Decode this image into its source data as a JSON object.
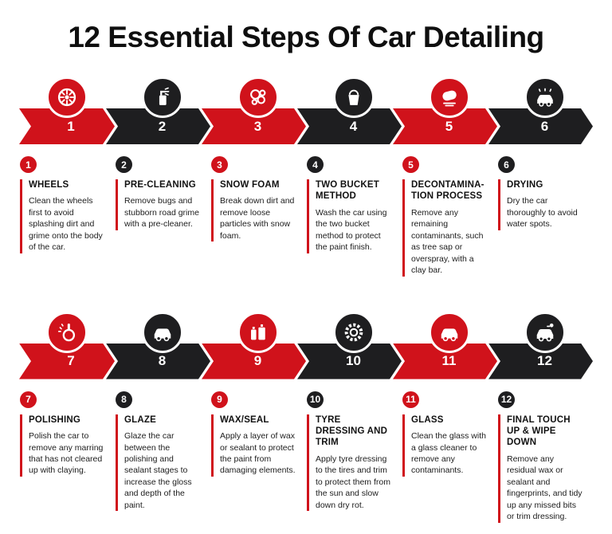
{
  "header": {
    "title": "12 Essential Steps Of Car Detailing"
  },
  "colors": {
    "red": "#d0121b",
    "dark": "#1e1e20"
  },
  "steps": [
    {
      "number": "1",
      "accent": "red",
      "icon": "wheel-icon",
      "title": "WHEELS",
      "description": "Clean the wheels first to avoid splashing dirt and grime onto the body of the car."
    },
    {
      "number": "2",
      "accent": "dark",
      "icon": "spray-bottle-icon",
      "title": "PRE-CLEANING",
      "description": "Remove bugs and stubborn road grime with a pre-cleaner."
    },
    {
      "number": "3",
      "accent": "red",
      "icon": "foam-bubbles-icon",
      "title": "SNOW FOAM",
      "description": "Break down dirt and remove loose particles with snow foam."
    },
    {
      "number": "4",
      "accent": "dark",
      "icon": "bucket-icon",
      "title": "TWO BUCKET METHOD",
      "description": "Wash the car using the two bucket method to protect the paint finish."
    },
    {
      "number": "5",
      "accent": "red",
      "icon": "wiping-mitt-icon",
      "title": "DECONTAMINA-TION PROCESS",
      "description": "Remove any remaining contaminants, such as tree sap or overspray, with a clay bar."
    },
    {
      "number": "6",
      "accent": "dark",
      "icon": "car-shine-icon",
      "title": "DRYING",
      "description": "Dry the car thoroughly to avoid water spots."
    },
    {
      "number": "7",
      "accent": "red",
      "icon": "polisher-icon",
      "title": "POLISHING",
      "description": "Polish the car to remove any marring that has not cleared up with claying."
    },
    {
      "number": "8",
      "accent": "dark",
      "icon": "car-icon",
      "title": "GLAZE",
      "description": "Glaze the car between the polishing and sealant stages to increase the gloss and depth of the paint."
    },
    {
      "number": "9",
      "accent": "red",
      "icon": "wax-bottles-icon",
      "title": "WAX/SEAL",
      "description": "Apply a layer of wax or sealant to protect the paint from damaging elements."
    },
    {
      "number": "10",
      "accent": "dark",
      "icon": "tyre-icon",
      "title": "TYRE DRESSING AND TRIM",
      "description": "Apply tyre dressing to the tires and trim to protect them from the sun and slow down dry rot."
    },
    {
      "number": "11",
      "accent": "red",
      "icon": "car-glass-icon",
      "title": "GLASS",
      "description": "Clean the glass with a glass cleaner to remove any contaminants."
    },
    {
      "number": "12",
      "accent": "dark",
      "icon": "car-wipe-icon",
      "title": "FINAL TOUCH UP & WIPE DOWN",
      "description": "Remove any residual wax or sealant and fingerprints, and tidy up any missed bits or trim dressing."
    }
  ]
}
